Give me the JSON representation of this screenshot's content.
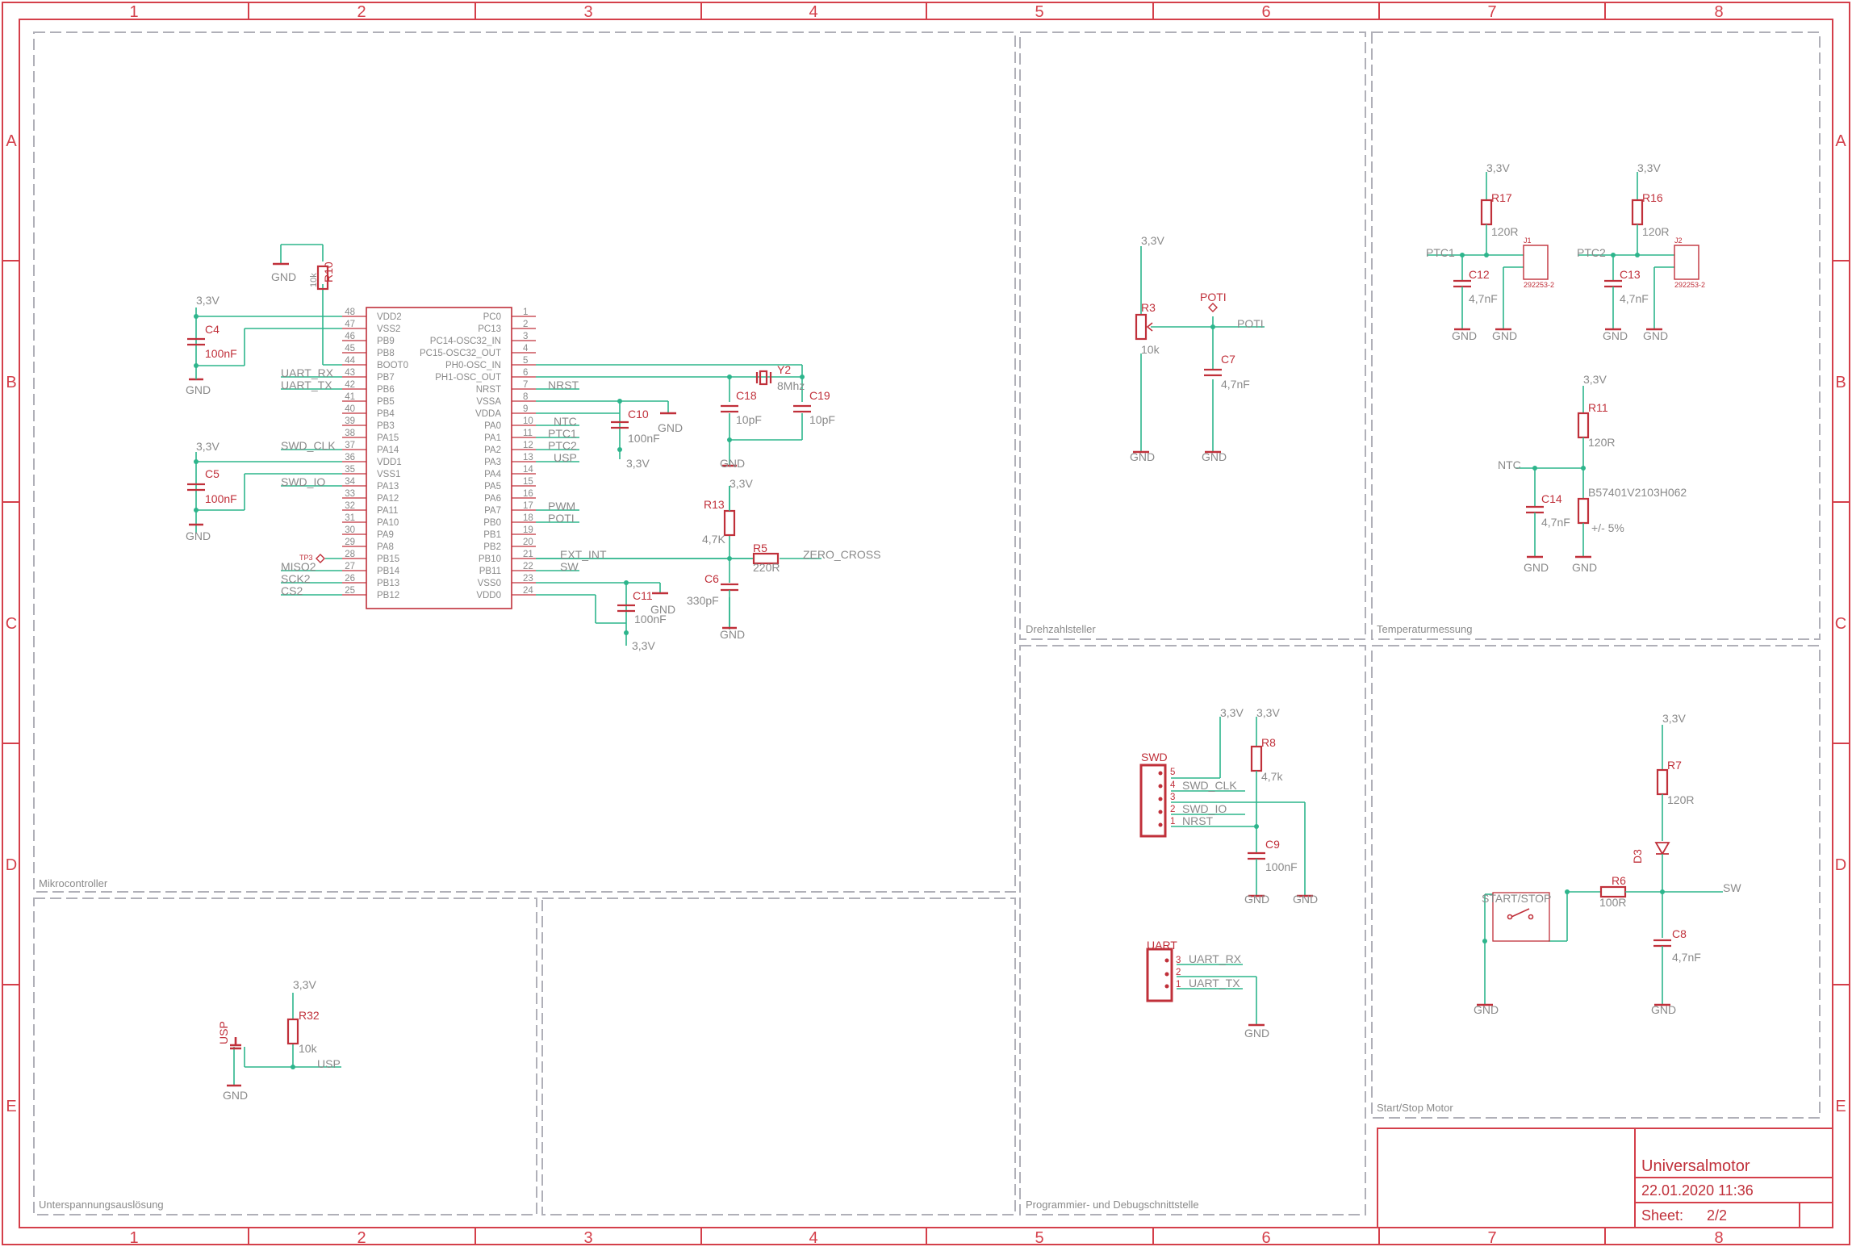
{
  "frame": {
    "cols": [
      "1",
      "2",
      "3",
      "4",
      "5",
      "6",
      "7",
      "8"
    ],
    "rows": [
      "A",
      "B",
      "C",
      "D",
      "E"
    ]
  },
  "sections": {
    "mcu": "Mikrocontroller",
    "undervoltage": "Unterspannungsauslösung",
    "speed": "Drehzahlsteller",
    "temp": "Temperaturmessung",
    "prog": "Programmier- und Debugschnittstelle",
    "startstop": "Start/Stop Motor"
  },
  "title_block": {
    "title": "Universalmotor",
    "date": "22.01.2020 11:36",
    "sheet_label": "Sheet:",
    "sheet_value": "2/2"
  },
  "mcu": {
    "left_pins": [
      {
        "num": "48",
        "name": "VDD2"
      },
      {
        "num": "47",
        "name": "VSS2"
      },
      {
        "num": "46",
        "name": "PB9"
      },
      {
        "num": "45",
        "name": "PB8"
      },
      {
        "num": "44",
        "name": "BOOT0"
      },
      {
        "num": "43",
        "name": "PB7"
      },
      {
        "num": "42",
        "name": "PB6"
      },
      {
        "num": "41",
        "name": "PB5"
      },
      {
        "num": "40",
        "name": "PB4"
      },
      {
        "num": "39",
        "name": "PB3"
      },
      {
        "num": "38",
        "name": "PA15"
      },
      {
        "num": "37",
        "name": "PA14"
      },
      {
        "num": "36",
        "name": "VDD1"
      },
      {
        "num": "35",
        "name": "VSS1"
      },
      {
        "num": "34",
        "name": "PA13"
      },
      {
        "num": "33",
        "name": "PA12"
      },
      {
        "num": "32",
        "name": "PA11"
      },
      {
        "num": "31",
        "name": "PA10"
      },
      {
        "num": "30",
        "name": "PA9"
      },
      {
        "num": "29",
        "name": "PA8"
      },
      {
        "num": "28",
        "name": "PB15"
      },
      {
        "num": "27",
        "name": "PB14"
      },
      {
        "num": "26",
        "name": "PB13"
      },
      {
        "num": "25",
        "name": "PB12"
      }
    ],
    "right_pins": [
      {
        "num": "1",
        "name": "PC0"
      },
      {
        "num": "2",
        "name": "PC13"
      },
      {
        "num": "3",
        "name": "PC14-OSC32_IN"
      },
      {
        "num": "4",
        "name": "PC15-OSC32_OUT"
      },
      {
        "num": "5",
        "name": "PH0-OSC_IN"
      },
      {
        "num": "6",
        "name": "PH1-OSC_OUT"
      },
      {
        "num": "7",
        "name": "NRST"
      },
      {
        "num": "8",
        "name": "VSSA"
      },
      {
        "num": "9",
        "name": "VDDA"
      },
      {
        "num": "10",
        "name": "PA0"
      },
      {
        "num": "11",
        "name": "PA1"
      },
      {
        "num": "12",
        "name": "PA2"
      },
      {
        "num": "13",
        "name": "PA3"
      },
      {
        "num": "14",
        "name": "PA4"
      },
      {
        "num": "15",
        "name": "PA5"
      },
      {
        "num": "16",
        "name": "PA6"
      },
      {
        "num": "17",
        "name": "PA7"
      },
      {
        "num": "18",
        "name": "PB0"
      },
      {
        "num": "19",
        "name": "PB1"
      },
      {
        "num": "20",
        "name": "PB2"
      },
      {
        "num": "21",
        "name": "PB10"
      },
      {
        "num": "22",
        "name": "PB11"
      },
      {
        "num": "23",
        "name": "VSS0"
      },
      {
        "num": "24",
        "name": "VDD0"
      }
    ],
    "left_nets": {
      "r43": "UART_RX",
      "r42": "UART_TX",
      "r37": "SWD_CLK",
      "r34": "SWD_IO",
      "r27": "MISO2",
      "r26": "SCK2",
      "r25": "CS2",
      "tp": "TP3"
    },
    "right_nets": {
      "r7": "NRST",
      "r10": "NTC",
      "r11": "PTC1",
      "r12": "PTC2",
      "r13": "USP",
      "r17": "PWM",
      "r18": "POTI",
      "r21": "EXT_INT",
      "r22": "SW"
    }
  },
  "labels": {
    "v33": "3,3V",
    "gnd": "GND",
    "c4": "C4",
    "c4v": "100nF",
    "c5": "C5",
    "c5v": "100nF",
    "r10": "R10",
    "r10v": "10k",
    "c10": "C10",
    "c10v": "100nF",
    "c11": "C11",
    "c11v": "100nF",
    "c18": "C18",
    "c18v": "10pF",
    "c19": "C19",
    "c19v": "10pF",
    "y2": "Y2",
    "y2v": "8Mhz",
    "r13": "R13",
    "r13v": "4,7K",
    "r5": "R5",
    "r5v": "220R",
    "zc": "ZERO_CROSS",
    "c6": "C6",
    "c6v": "330pF",
    "r32": "R32",
    "r32v": "10k",
    "usp": "USP",
    "r3": "R3",
    "r3v": "10k",
    "poti": "POTI",
    "c7": "C7",
    "c7v": "4,7nF",
    "r17": "R17",
    "r17v": "120R",
    "ptc1": "PTC1",
    "c12": "C12",
    "c12v": "4,7nF",
    "j1": "J1",
    "j1p": "292253-2",
    "r16": "R16",
    "r16v": "120R",
    "ptc2": "PTC2",
    "c13": "C13",
    "c13v": "4,7nF",
    "j2": "J2",
    "j2p": "292253-2",
    "r11": "R11",
    "r11v": "120R",
    "ntc": "NTC",
    "c14": "C14",
    "c14v": "4,7nF",
    "rntc": "B57401V2103H062",
    "rntcv": "+/- 5%",
    "swd": "SWD",
    "r8": "R8",
    "r8v": "4,7k",
    "c9": "C9",
    "c9v": "100nF",
    "swdclk": "SWD_CLK",
    "swdio": "SWD_IO",
    "nrst": "NRST",
    "uart": "UART",
    "uartrx": "UART_RX",
    "uarttx": "UART_TX",
    "r7": "R7",
    "r7v": "120R",
    "d3": "D3",
    "startstop": "START/STOP",
    "r6": "R6",
    "r6v": "100R",
    "sw": "SW",
    "c8": "C8",
    "c8v": "4,7nF"
  }
}
